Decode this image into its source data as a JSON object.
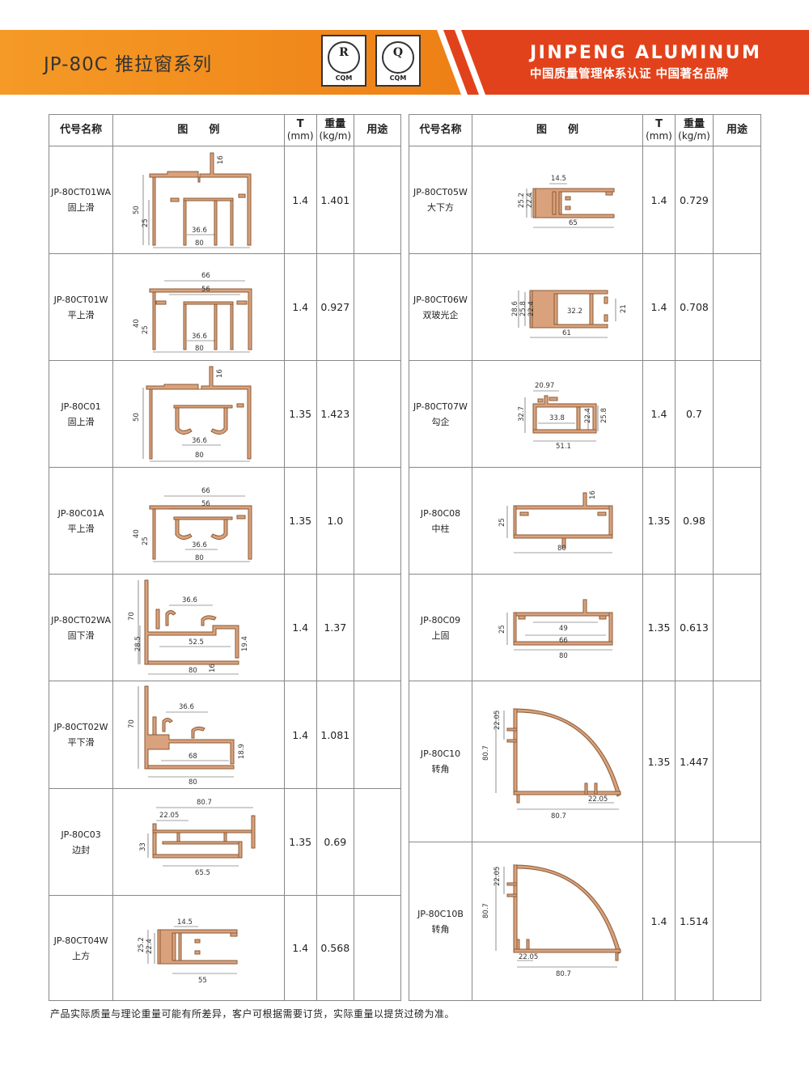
{
  "header": {
    "series_title": "JP-80C 推拉窗系列",
    "cert_1_letter": "R",
    "cert_1_code": "CQM",
    "cert_2_letter": "Q",
    "cert_2_code": "CQM",
    "brand_name": "JINPENG ALUMINUM",
    "brand_slogan": "中国质量管理体系认证  中国著名品牌",
    "colors": {
      "orange": "#f08a1c",
      "red": "#e2421b"
    }
  },
  "table": {
    "col_code": "代号名称",
    "col_diagram": "图　　例",
    "col_t": "T",
    "col_t_unit": "(mm)",
    "col_weight": "重量",
    "col_weight_unit": "(kg/m)",
    "col_use": "用途"
  },
  "left_rows": [
    {
      "code": "JP-80CT01WA",
      "name": "固上滑",
      "t": "1.4",
      "weight": "1.401",
      "dims": [
        "16",
        "50",
        "25",
        "36.6",
        "80"
      ]
    },
    {
      "code": "JP-80CT01W",
      "name": "平上滑",
      "t": "1.4",
      "weight": "0.927",
      "dims": [
        "66",
        "56",
        "40",
        "25",
        "36.6",
        "80"
      ]
    },
    {
      "code": "JP-80C01",
      "name": "固上滑",
      "t": "1.35",
      "weight": "1.423",
      "dims": [
        "16",
        "50",
        "36.6",
        "80"
      ]
    },
    {
      "code": "JP-80C01A",
      "name": "平上滑",
      "t": "1.35",
      "weight": "1.0",
      "dims": [
        "66",
        "56",
        "40",
        "25",
        "36.6",
        "80"
      ]
    },
    {
      "code": "JP-80CT02WA",
      "name": "固下滑",
      "t": "1.4",
      "weight": "1.37",
      "dims": [
        "36.6",
        "70",
        "52.5",
        "28.5",
        "19.4",
        "16",
        "80"
      ]
    },
    {
      "code": "JP-80CT02W",
      "name": "平下滑",
      "t": "1.4",
      "weight": "1.081",
      "dims": [
        "36.6",
        "70",
        "18.9",
        "68",
        "80"
      ]
    },
    {
      "code": "JP-80C03",
      "name": "边封",
      "t": "1.35",
      "weight": "0.69",
      "dims": [
        "80.7",
        "22.05",
        "33",
        "65.5"
      ]
    },
    {
      "code": "JP-80CT04W",
      "name": "上方",
      "t": "1.4",
      "weight": "0.568",
      "dims": [
        "14.5",
        "25.2",
        "22.4",
        "55"
      ]
    }
  ],
  "right_rows": [
    {
      "code": "JP-80CT05W",
      "name": "大下方",
      "t": "1.4",
      "weight": "0.729",
      "dims": [
        "14.5",
        "25.2",
        "22.4",
        "65"
      ]
    },
    {
      "code": "JP-80CT06W",
      "name": "双玻光企",
      "t": "1.4",
      "weight": "0.708",
      "dims": [
        "28.6",
        "25.8",
        "22.4",
        "32.2",
        "21",
        "61"
      ]
    },
    {
      "code": "JP-80CT07W",
      "name": "勾企",
      "t": "1.4",
      "weight": "0.7",
      "dims": [
        "20.97",
        "32.7",
        "33.8",
        "22.4",
        "25.8",
        "51.1"
      ]
    },
    {
      "code": "JP-80C08",
      "name": "中柱",
      "t": "1.35",
      "weight": "0.98",
      "dims": [
        "16",
        "25",
        "80"
      ]
    },
    {
      "code": "JP-80C09",
      "name": "上固",
      "t": "1.35",
      "weight": "0.613",
      "dims": [
        "25",
        "49",
        "66",
        "80"
      ]
    },
    {
      "code": "JP-80C10",
      "name": "转角",
      "t": "1.35",
      "weight": "1.447",
      "dims": [
        "22.05",
        "80.7",
        "80.7",
        "22.05"
      ]
    },
    {
      "code": "JP-80C10B",
      "name": "转角",
      "t": "1.4",
      "weight": "1.514",
      "dims": [
        "22.05",
        "80.7",
        "22.05",
        "80.7"
      ]
    }
  ],
  "footer": {
    "note": "产品实际质量与理论重量可能有所差异，客户可根据需要订货，实际重量以提货过磅为准。"
  }
}
